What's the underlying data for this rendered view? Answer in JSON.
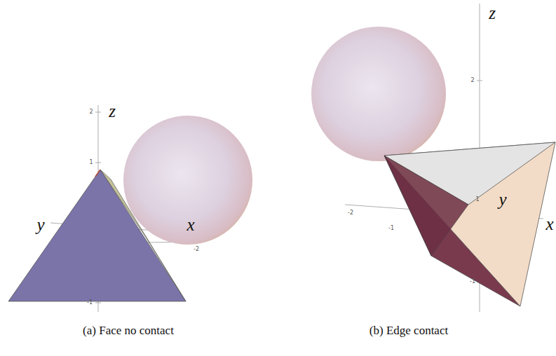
{
  "diagram": {
    "labels": [
      "2",
      "z",
      "1",
      "y",
      "x",
      "-1",
      "-2",
      "z",
      "2",
      "-2",
      "-1",
      "y",
      "1",
      "x",
      "-1",
      "(a) Face no contact",
      "(b) Edge contact"
    ]
  }
}
